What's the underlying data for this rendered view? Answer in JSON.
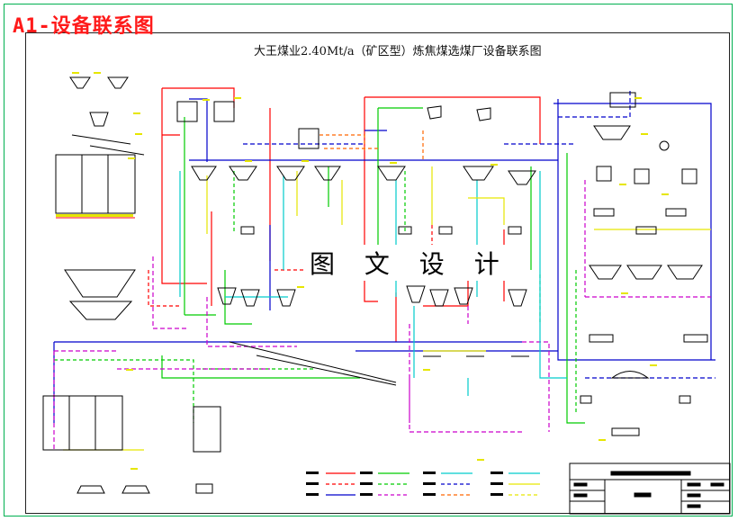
{
  "title": "A1-设备联系图",
  "subtitle": "大王煤业2.40Mt/a（矿区型）炼焦煤选煤厂设备联系图",
  "watermark": "图 文 设 计",
  "colors": {
    "frame": "#00b050",
    "title": "#ff1a1a",
    "red": "#ff0000",
    "blue": "#0000cc",
    "green": "#00cc00",
    "magenta": "#cc00cc",
    "cyan": "#00cccc",
    "yellow": "#e6e600",
    "orange": "#ff6600",
    "equipment": "#000000"
  }
}
